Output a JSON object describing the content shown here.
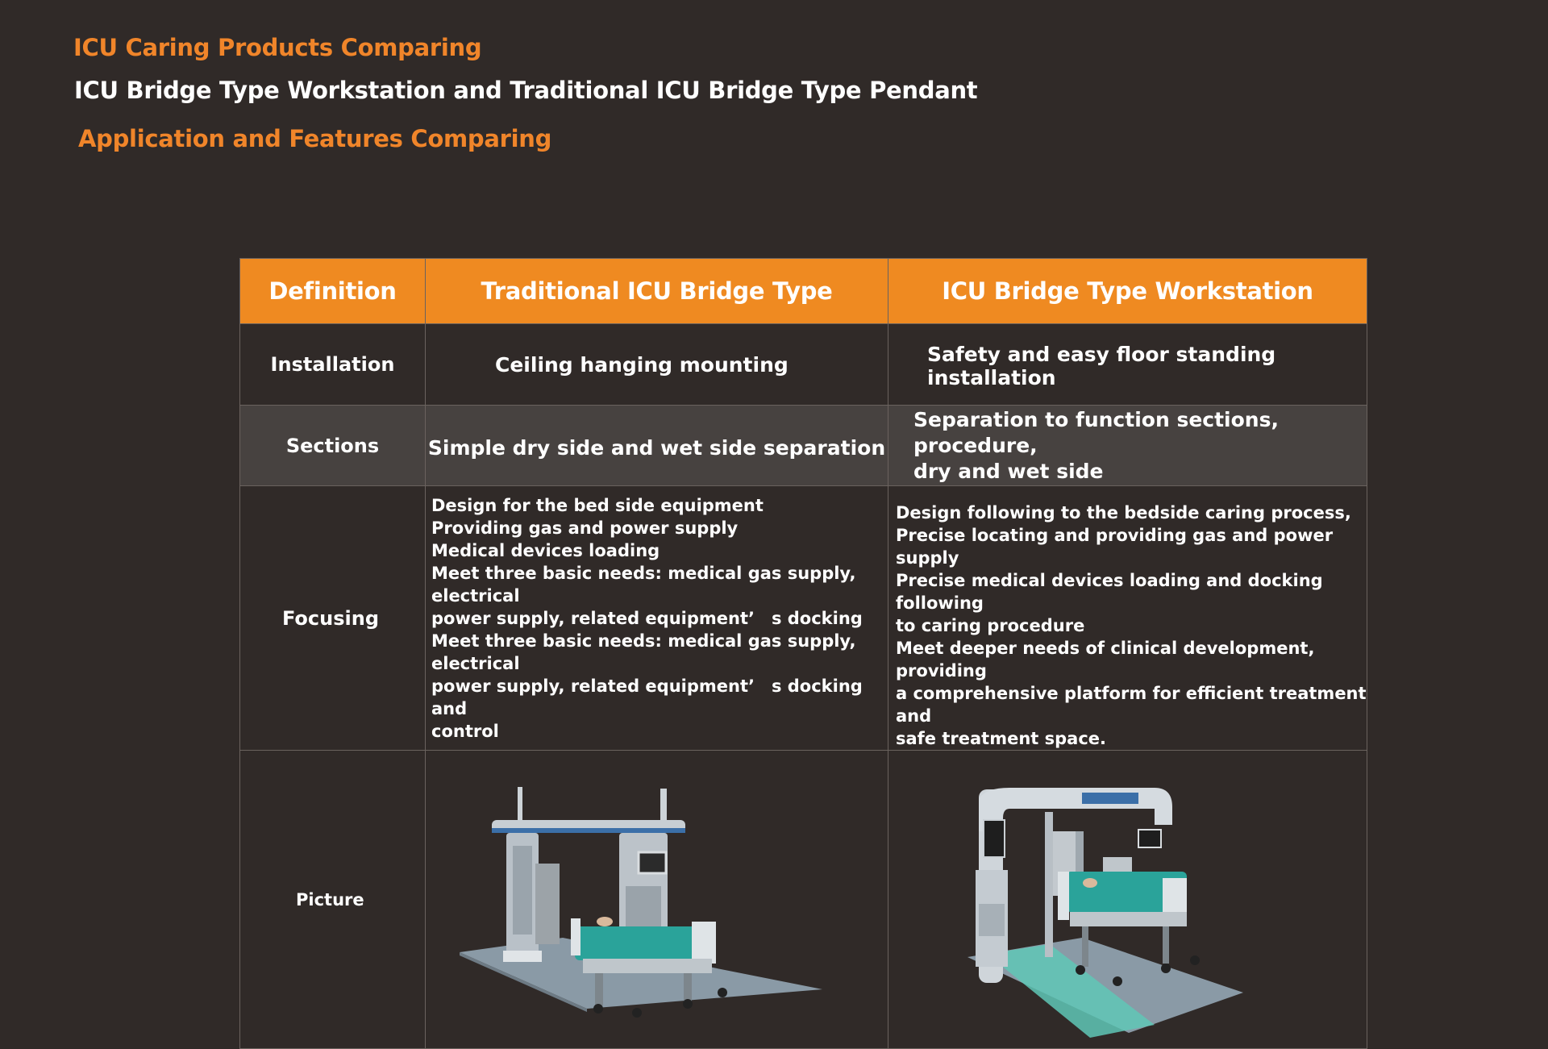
{
  "titles": {
    "line1": "ICU Caring Products Comparing",
    "line2": "ICU Bridge Type Workstation and Traditional ICU Bridge Type Pendant",
    "line3": "Application and Features Comparing"
  },
  "table": {
    "headers": [
      "Definition",
      "Traditional ICU Bridge Type",
      "ICU Bridge Type Workstation"
    ],
    "rows": {
      "installation": {
        "label": "Installation",
        "traditional": "Ceiling hanging mounting",
        "workstation": "Safety and easy floor standing installation"
      },
      "sections": {
        "label": "Sections",
        "traditional": "Simple dry side and wet side separation",
        "workstation_lines": [
          "Separation to function sections, procedure,",
          "dry and wet side"
        ]
      },
      "focusing": {
        "label": "Focusing",
        "traditional_lines": [
          "Design for the bed side equipment",
          "Providing gas and power supply",
          "Medical devices loading",
          "Meet three basic needs: medical gas supply, electrical",
          "power supply, related equipment’　s docking",
          "Meet three basic needs: medical gas supply, electrical",
          "power supply, related equipment’　s docking and",
          "control"
        ],
        "workstation_lines": [
          "Design following to the bedside caring process,",
          "Precise locating and providing gas and power supply",
          "Precise medical devices loading and docking following",
          "to caring procedure",
          "Meet deeper needs of clinical development, providing",
          "a comprehensive platform for efficient treatment and",
          "safe treatment space."
        ]
      },
      "picture": {
        "label": "Picture"
      }
    }
  },
  "colors": {
    "background": "#302a28",
    "accent_orange": "#ef8a21",
    "title_orange": "#f0852a",
    "sections_row": "#474240"
  }
}
